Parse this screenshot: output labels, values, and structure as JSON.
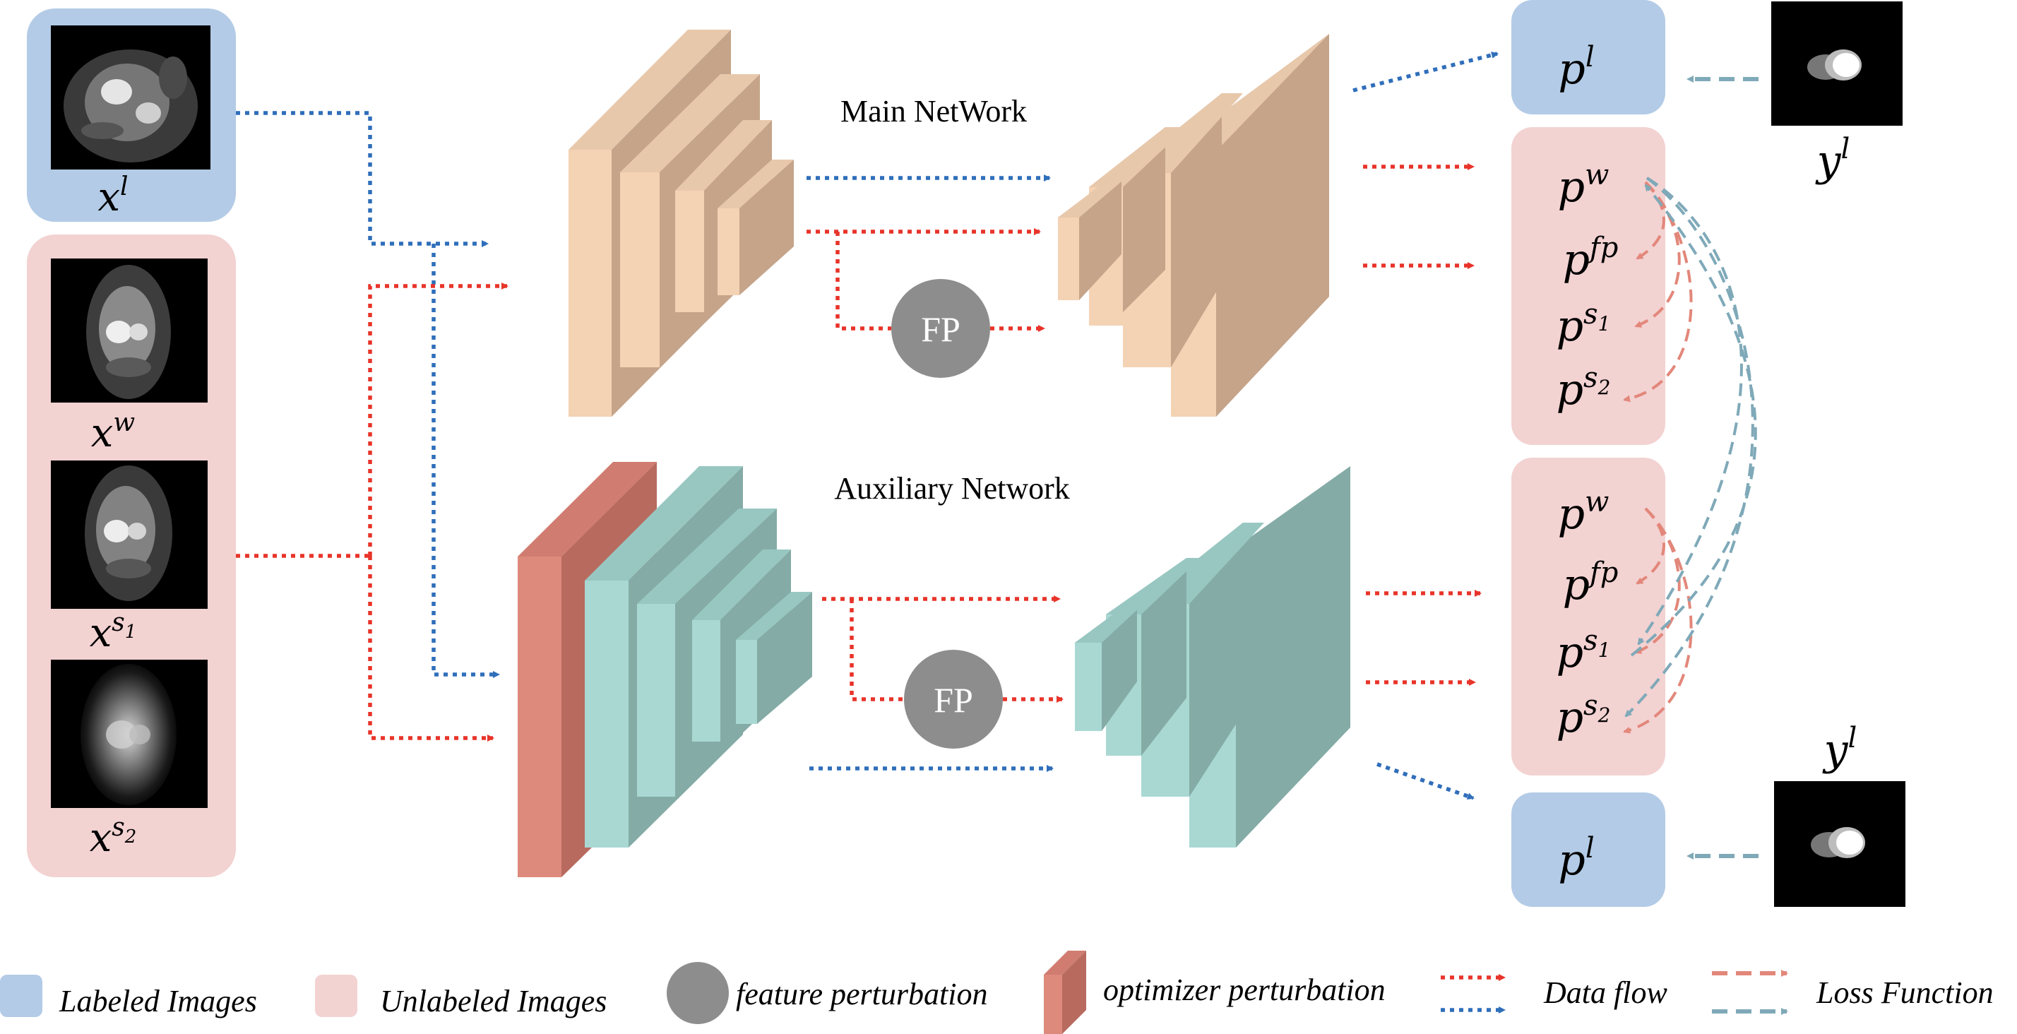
{
  "titles": {
    "main_network": "Main NetWork",
    "auxiliary_network": "Auxiliary Network"
  },
  "fp_label": "FP",
  "inputs": {
    "labeled": {
      "base": "x",
      "sup": "l"
    },
    "weak": {
      "base": "x",
      "sup": "w"
    },
    "strong1": {
      "base": "x",
      "sup": "s",
      "sub": "1"
    },
    "strong2": {
      "base": "x",
      "sup": "s",
      "sub": "2"
    }
  },
  "outputs": {
    "main": {
      "labeled": {
        "base": "p",
        "sup": "l"
      },
      "unlabeled": [
        {
          "base": "p",
          "sup": "w"
        },
        {
          "base": "p",
          "sup": "fp"
        },
        {
          "base": "p",
          "sup": "s",
          "sub": "1"
        },
        {
          "base": "p",
          "sup": "s",
          "sub": "2"
        }
      ],
      "ground_truth": {
        "base": "y",
        "sup": "l"
      }
    },
    "auxiliary": {
      "labeled": {
        "base": "p",
        "sup": "l"
      },
      "unlabeled": [
        {
          "base": "p",
          "sup": "w"
        },
        {
          "base": "p",
          "sup": "fp"
        },
        {
          "base": "p",
          "sup": "s",
          "sub": "1"
        },
        {
          "base": "p",
          "sup": "s",
          "sub": "2"
        }
      ],
      "ground_truth": {
        "base": "y",
        "sup": "l"
      }
    }
  },
  "legend": {
    "labeled_images": "Labeled Images",
    "unlabeled_images": "Unlabeled Images",
    "feature_perturbation": "feature perturbation",
    "optimizer_perturbation": "optimizer perturbation",
    "data_flow": "Data flow",
    "loss_function": "Loss Function"
  },
  "colors": {
    "labeled_bg": "#b3cbe6",
    "unlabeled_bg": "#f3d2d2",
    "main_net_front": "#f4d2b4",
    "main_net_side": "#c5a48a",
    "aux_net_front": "#a9d8d3",
    "aux_net_side": "#84aba6",
    "optimizer_front": "#dd8a7c",
    "optimizer_side": "#b86a5f",
    "fp_circle": "#8d8d8d",
    "data_flow_red": "#e8342a",
    "data_flow_blue": "#2f6eba",
    "loss_red": "#e2877a",
    "loss_blue": "#7fa9b8"
  }
}
